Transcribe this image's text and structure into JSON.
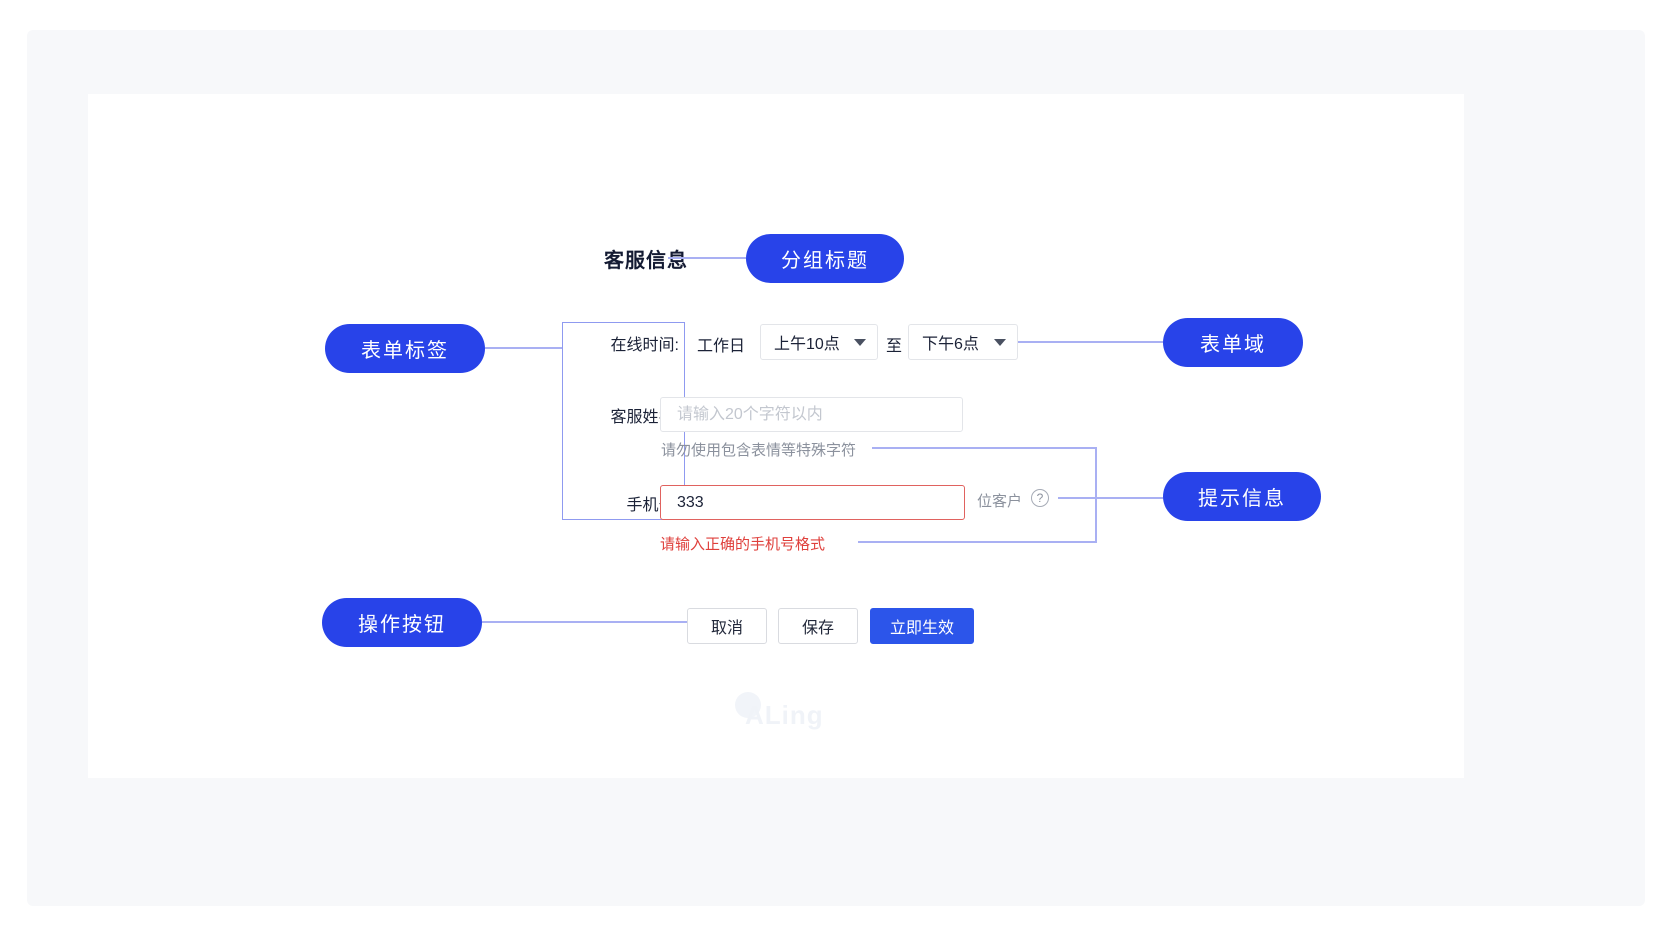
{
  "colors": {
    "annotation_pill": "#2843e9",
    "primary_button": "#2c55ea",
    "connector_line": "#a9b0f3",
    "error_red": "#df403c",
    "panel_background": "#f7f8fa"
  },
  "annotations": {
    "group_title": "分组标题",
    "form_label": "表单标签",
    "form_field": "表单域",
    "hint": "提示信息",
    "actions": "操作按钮"
  },
  "form": {
    "group_title": "客服信息",
    "online_time": {
      "label": "在线时间:",
      "prefix": "工作日",
      "start_option": "上午10点",
      "to": "至",
      "end_option": "下午6点"
    },
    "service_name": {
      "label": "客服姓名:",
      "placeholder": "请输入20个字符以内",
      "helper": "请勿使用包含表情等特殊字符"
    },
    "phone": {
      "label": "手机号:",
      "value": "333",
      "suffix": "位客户",
      "error": "请输入正确的手机号格式"
    },
    "buttons": {
      "cancel": "取消",
      "save": "保存",
      "apply": "立即生效"
    }
  },
  "icons": {
    "question_mark": "?"
  },
  "watermark": "ALing"
}
